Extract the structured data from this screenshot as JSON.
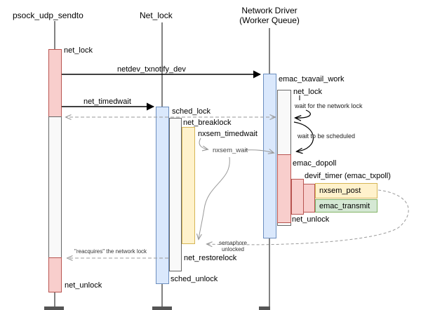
{
  "lifelines": {
    "psock": {
      "title": "psock_udp_sendto"
    },
    "netlock": {
      "title": "Net_lock"
    },
    "driver": {
      "title_line1": "Network Driver",
      "title_line2": "(Worker Queue)"
    }
  },
  "messages": {
    "netdev_txnotify_dev": "netdev_txnotify_dev",
    "net_timedwait": "net_timedwait"
  },
  "activations": {
    "psock_net_lock": "net_lock",
    "psock_net_unlock": "net_unlock",
    "netlock_sched_lock": "sched_lock",
    "netlock_net_breaklock": "net_breaklock",
    "netlock_nxsem_timedwait": "nxsem_timedwait",
    "netlock_nxsem_wait": "nxsem_wait",
    "netlock_net_restorelock": "net_restorelock",
    "netlock_sched_unlock": "sched_unlock",
    "driver_emac_txavail_work": "emac_txavail_work",
    "driver_net_lock": "net_lock",
    "driver_emac_dopoll": "emac_dopoll",
    "driver_devif_timer": "devif_timer (emac_txpoll)",
    "driver_nxsem_post": "nxsem_post",
    "driver_emac_transmit": "emac_transmit",
    "driver_net_unlock": "net_unlock"
  },
  "notes": {
    "wait_for_lock": "wait for the network lock",
    "wait_scheduled": "wait to be scheduled",
    "semaphore_line1": "semaphore",
    "semaphore_line2": "unlocked",
    "reacquires": "\"reacquires\" the network lock"
  },
  "colors": {
    "activation_red_fill": "#f8cecc",
    "activation_red_stroke": "#b85450",
    "activation_blue_fill": "#dae8fc",
    "activation_blue_stroke": "#6c8ebf",
    "activation_yellow_fill": "#fff2cc",
    "activation_yellow_stroke": "#d6b656",
    "activation_green_fill": "#d5e8d4",
    "activation_green_stroke": "#82b366",
    "activation_gray_fill": "#f9f9f9",
    "activation_gray_stroke": "#666666",
    "arrow_black": "#000000",
    "arrow_gray": "#999999"
  }
}
